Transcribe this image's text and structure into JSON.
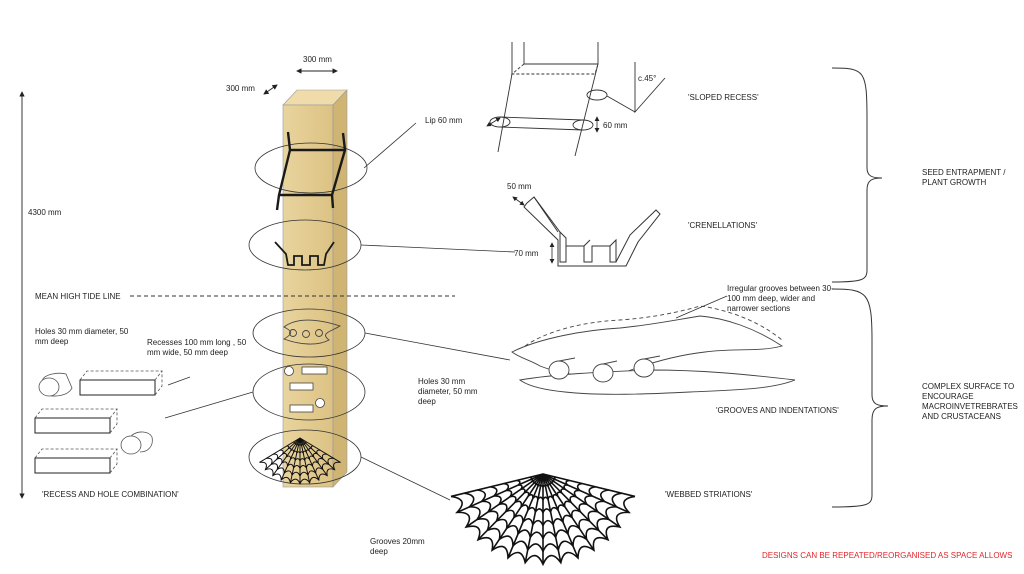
{
  "colors": {
    "post": "#e6cf95",
    "post_dark": "#c9ad68",
    "ink": "#222222",
    "note": "#e0262a"
  },
  "dims": {
    "post_width": "300 mm",
    "post_depth": "300 mm",
    "post_height": "4300 mm",
    "lip": "Lip 60 mm",
    "recess_depth": "60 mm",
    "angle": "c.45°",
    "cren_width": "50 mm",
    "cren_depth": "70 mm",
    "grooves_depth": "Grooves 20mm deep"
  },
  "labels": {
    "mean_high_tide": "MEAN HIGH TIDE LINE",
    "sloped_recess": "'SLOPED RECESS'",
    "crenellations": "'CRENELLATIONS'",
    "grooves_indentations": "'GROOVES AND INDENTATIONS'",
    "webbed_striations": "'WEBBED STRIATIONS'",
    "recess_hole_combo": "'RECESS AND HOLE COMBINATION'"
  },
  "notes": {
    "irregular_grooves": "Irregular grooves between 30-100 mm deep, wider and narrower sections",
    "holes_right": "Holes 30 mm diameter, 50 mm deep",
    "holes_left": "Holes 30 mm diameter, 50 mm deep",
    "recesses": "Recesses 100 mm long , 50 mm wide, 50 mm deep"
  },
  "groups": {
    "seed": "SEED ENTRAPMENT / PLANT GROWTH",
    "complex": "COMPLEX SURFACE TO ENCOURAGE MACROINVETREBRATES AND CRUSTACEANS"
  },
  "footer_note": "DESIGNS CAN BE REPEATED/REORGANISED AS SPACE ALLOWS"
}
